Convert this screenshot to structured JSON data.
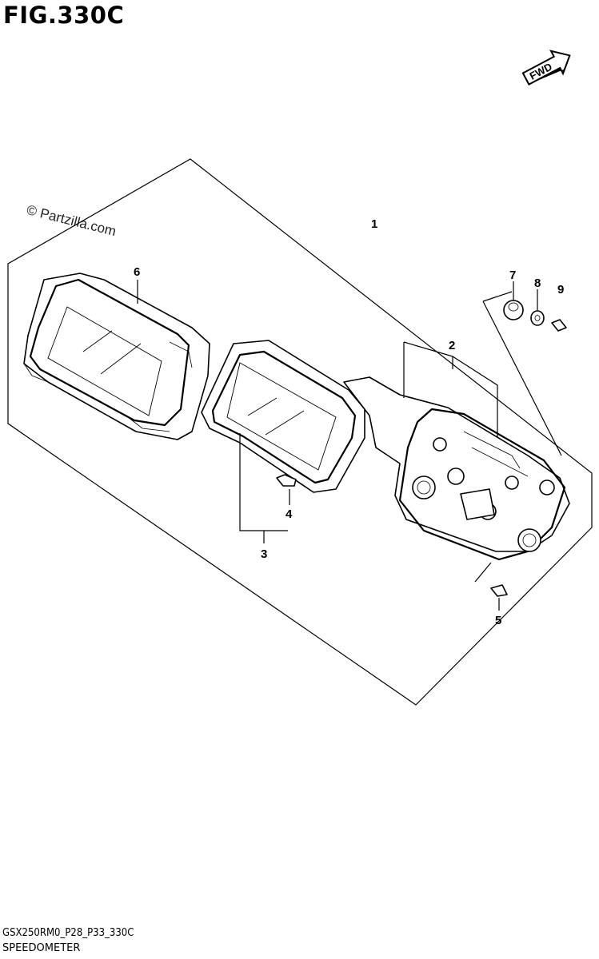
{
  "figure": {
    "title": "FIG.330C",
    "direction_badge": "FWD",
    "watermark": "© Partzilla.com",
    "code": "GSX250RM0_P28_P33_330C",
    "name": "SPEEDOMETER"
  },
  "callouts": [
    {
      "ref": "1",
      "label": "1"
    },
    {
      "ref": "2",
      "label": "2"
    },
    {
      "ref": "3",
      "label": "3"
    },
    {
      "ref": "4",
      "label": "4"
    },
    {
      "ref": "5",
      "label": "5"
    },
    {
      "ref": "6",
      "label": "6"
    },
    {
      "ref": "7",
      "label": "7"
    },
    {
      "ref": "8",
      "label": "8"
    },
    {
      "ref": "9",
      "label": "9"
    }
  ]
}
